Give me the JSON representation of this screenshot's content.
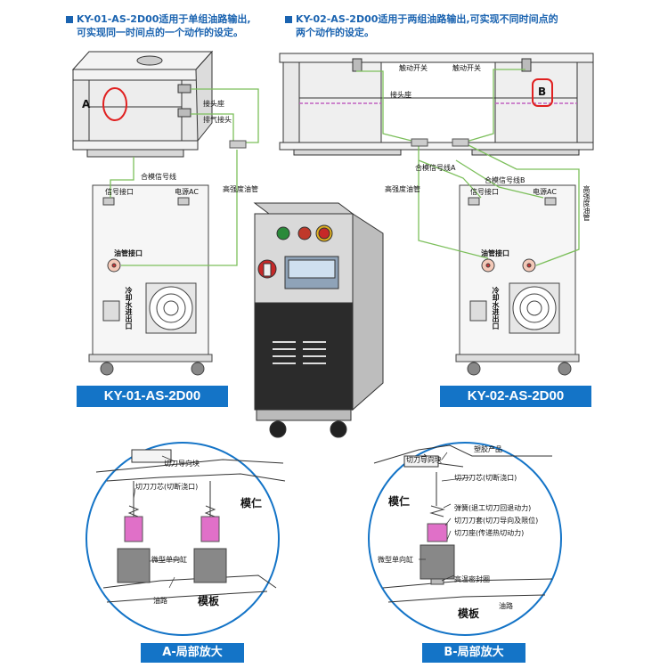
{
  "headers": {
    "left_line1": "KY-01-AS-2D00适用于单组油路输出,",
    "left_line2": "可实现同一时间点的一个动作的设定。",
    "right_line1": "KY-02-AS-2D00适用于两组油路输出,可实现不同时间点的",
    "right_line2": "两个动作的设定。"
  },
  "left_diagram": {
    "marker": "A",
    "joint": "接头座",
    "air": "排气接头",
    "signal_line": "合模信号线",
    "signal_port": "信号接口",
    "power": "电源AC",
    "oil_port": "油管接口",
    "cooling": "冷却水进出口",
    "hose": "高强度油管"
  },
  "right_diagram": {
    "marker": "B",
    "switch1": "触动开关",
    "switch2": "触动开关",
    "joint": "接头座",
    "signal_a": "合模信号线A",
    "signal_b": "合模信号线B",
    "hose": "高强度油管",
    "hose_v": "高强度油管",
    "signal_port": "信号接口",
    "power": "电源AC",
    "oil_port": "油管接口",
    "cooling": "冷却水进出口"
  },
  "models": {
    "left": "KY-01-AS-2D00",
    "right": "KY-02-AS-2D00"
  },
  "detail_a": {
    "guide": "切刀导向块",
    "cutter": "切刀刀芯(切断浇口)",
    "core": "模仁",
    "cylinder": "微型单向缸",
    "oil": "油路",
    "plate": "模板",
    "tag": "A-局部放大"
  },
  "detail_b": {
    "guide": "切刀导向块",
    "product": "塑胶产品",
    "cutter": "切刀刀芯(切断浇口)",
    "core": "模仁",
    "spring": "弹簧(退工切刀回退动力)",
    "sleeve": "切刀刀套(切刀导向及限位)",
    "seat": "切刀座(传递热切动力)",
    "cylinder": "微型单向缸",
    "seal": "高温密封圈",
    "plate": "模板",
    "oil": "油路",
    "tag": "B-局部放大"
  },
  "colors": {
    "accent": "#1474c7",
    "cable_green": "#7cbf5b",
    "marker_red": "#e02020"
  }
}
